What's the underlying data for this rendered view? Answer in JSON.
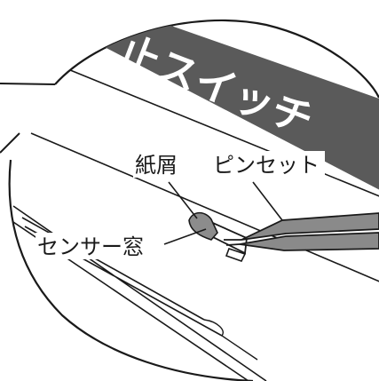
{
  "banner": {
    "text": "止スイッチ",
    "color": "#5a5a5a"
  },
  "labels": {
    "paper_scrap": "紙屑",
    "tweezers": "ピンセット",
    "sensor_window": "センサー窓"
  },
  "colors": {
    "line": "#1a1a1a",
    "tweezers_fill": "#8a8a8a",
    "scrap_fill": "#8c8c8c",
    "background": "#ffffff"
  }
}
